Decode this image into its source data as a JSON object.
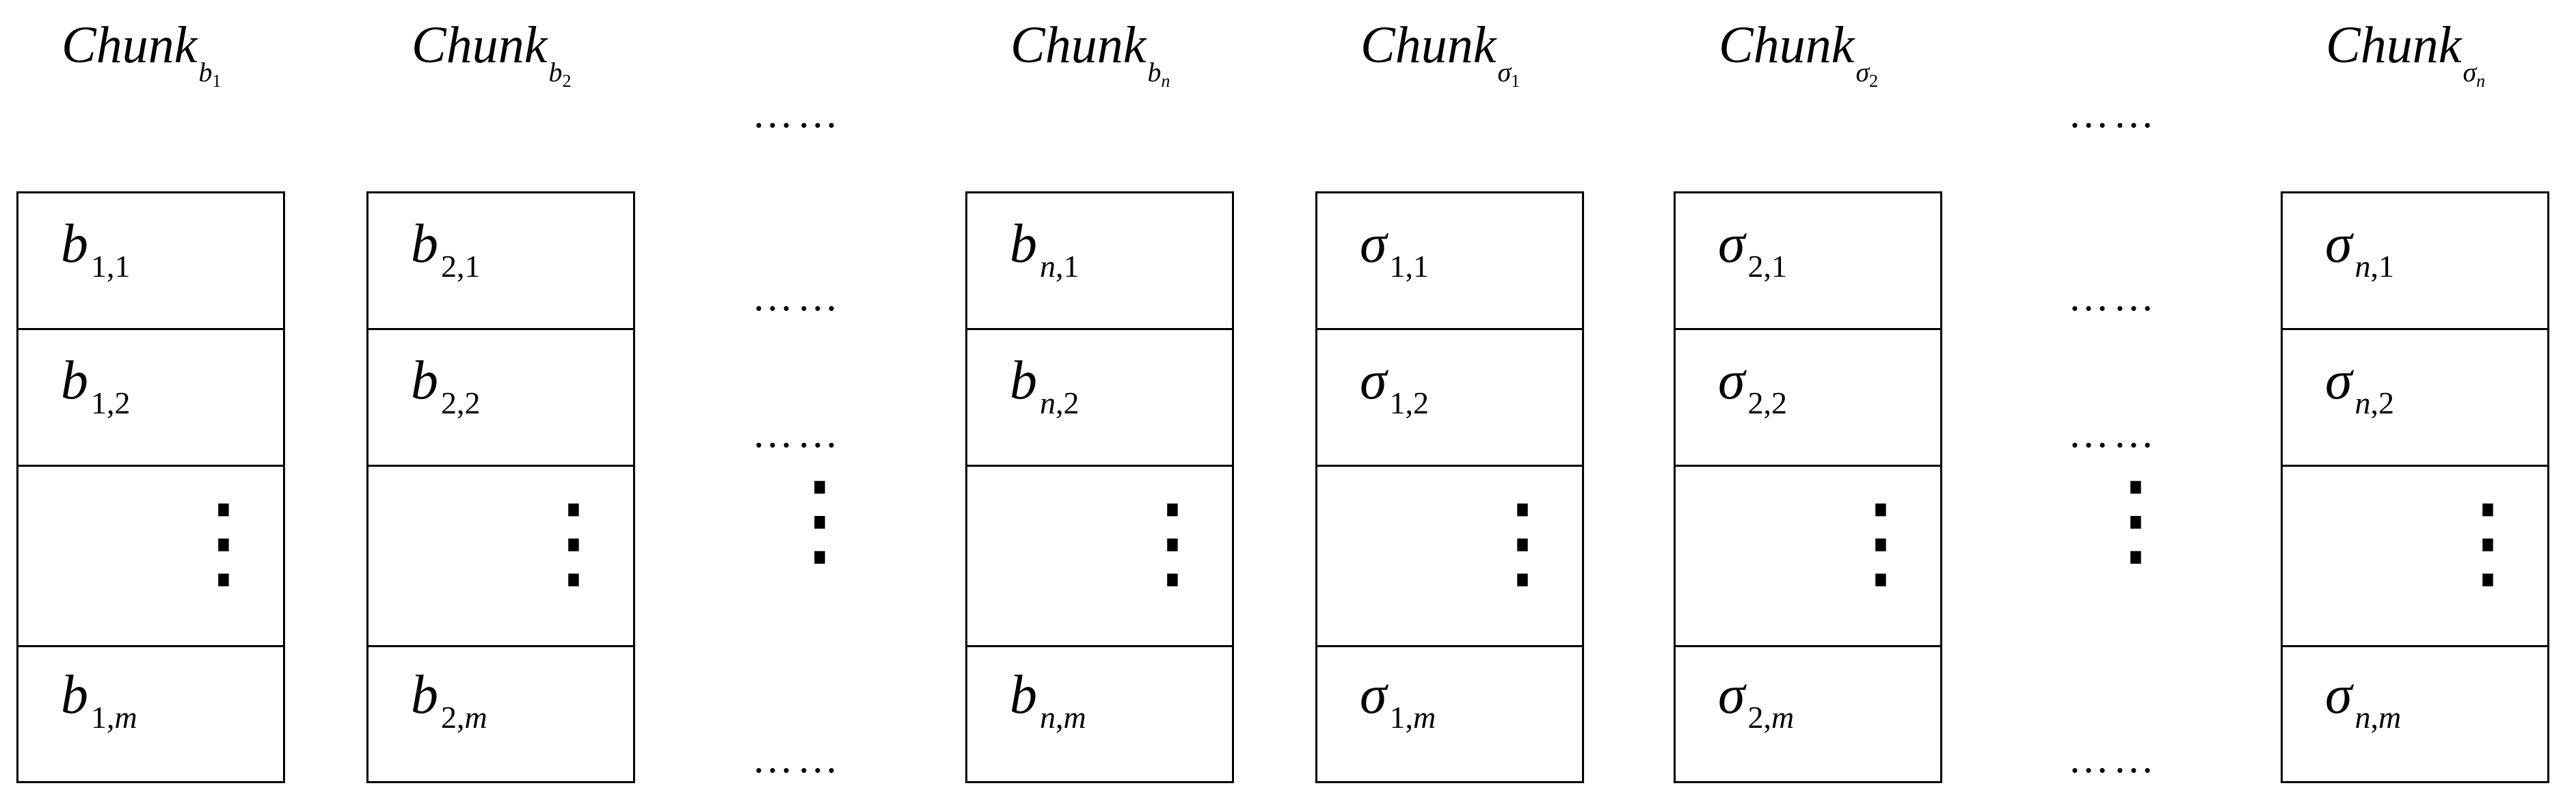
{
  "columns": [
    {
      "header_base": "Chunk",
      "header_sub": "b",
      "header_subsub": "1",
      "symbol": "b",
      "greek": false,
      "row_index": "1",
      "rows": [
        {
          "i": "1",
          "sep": ",",
          "j": "1"
        },
        {
          "i": "1",
          "sep": ",",
          "j": "2"
        },
        {
          "i": "1",
          "sep": ",",
          "j": "m"
        }
      ]
    },
    {
      "header_base": "Chunk",
      "header_sub": "b",
      "header_subsub": "2",
      "symbol": "b",
      "greek": false,
      "rows": [
        {
          "i": "2",
          "sep": ",",
          "j": "1"
        },
        {
          "i": "2",
          "sep": ",",
          "j": "2"
        },
        {
          "i": "2",
          "sep": ",",
          "j": "m"
        }
      ]
    },
    {
      "header_base": "Chunk",
      "header_sub": "b",
      "header_subsub": "n",
      "symbol": "b",
      "greek": false,
      "rows": [
        {
          "i": "n",
          "sep": ",",
          "j": "1"
        },
        {
          "i": "n",
          "sep": ",",
          "j": "2"
        },
        {
          "i": "n",
          "sep": ",",
          "j": "m"
        }
      ]
    },
    {
      "header_base": "Chunk",
      "header_sub": "σ",
      "header_subsub": "1",
      "symbol": "σ",
      "greek": true,
      "rows": [
        {
          "i": "1",
          "sep": ",",
          "j": "1"
        },
        {
          "i": "1",
          "sep": ",",
          "j": "2"
        },
        {
          "i": "1",
          "sep": ",",
          "j": "m"
        }
      ]
    },
    {
      "header_base": "Chunk",
      "header_sub": "σ",
      "header_subsub": "2",
      "symbol": "σ",
      "greek": true,
      "rows": [
        {
          "i": "2",
          "sep": ",",
          "j": "1"
        },
        {
          "i": "2",
          "sep": ",",
          "j": "2"
        },
        {
          "i": "2",
          "sep": ",",
          "j": "m"
        }
      ]
    },
    {
      "header_base": "Chunk",
      "header_sub": "σ",
      "header_subsub": "n",
      "symbol": "σ",
      "greek": true,
      "rows": [
        {
          "i": "n",
          "sep": ",",
          "j": "1"
        },
        {
          "i": "n",
          "sep": ",",
          "j": "2"
        },
        {
          "i": "n",
          "sep": ",",
          "j": "m"
        }
      ]
    }
  ],
  "ellipsis": "……",
  "vdots": "⋮"
}
